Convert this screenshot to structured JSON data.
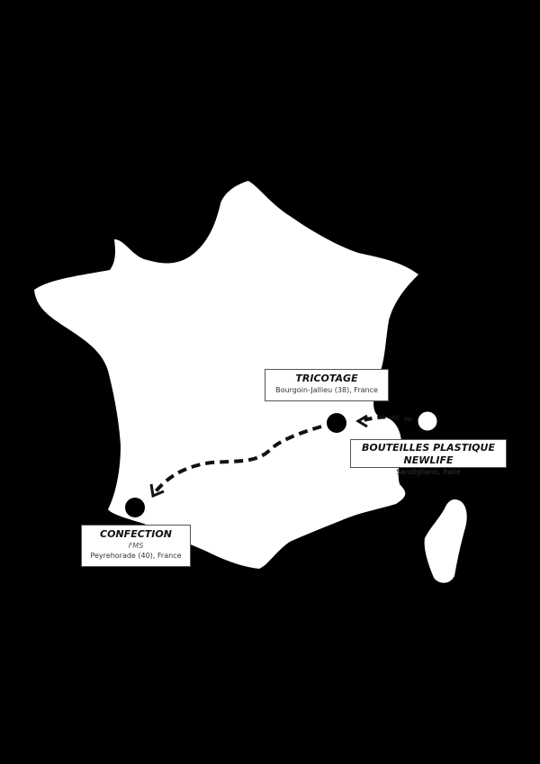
{
  "colors": {
    "background": "#000000",
    "land": "#ffffff",
    "route": "#111111"
  },
  "locations": [
    {
      "id": "tricotage",
      "title": "TRICOTAGE",
      "lines": [
        "Bourgoin-Jallieu (38), France"
      ]
    },
    {
      "id": "bouteilles",
      "title": "BOUTEILLES PLASTIQUE NEWLIFE",
      "lines": [
        "Sandigliano, Italie"
      ]
    },
    {
      "id": "confection",
      "title": "CONFECTION",
      "subtitle": "FMS",
      "lines": [
        "Peyrehorade (40), France"
      ]
    }
  ]
}
